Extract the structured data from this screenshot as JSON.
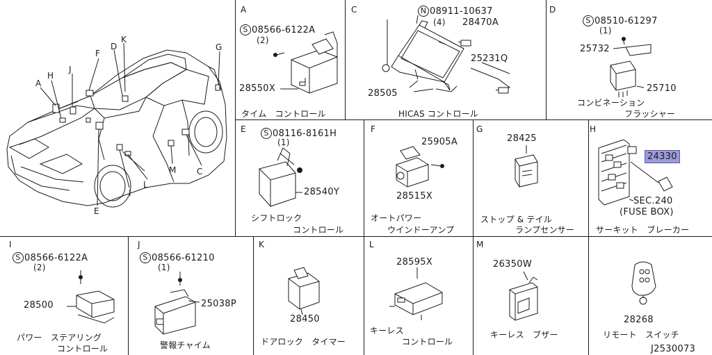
{
  "overview": {
    "labels": [
      "A",
      "H",
      "J",
      "F",
      "D",
      "K",
      "G",
      "C",
      "M",
      "E",
      "I",
      "L"
    ]
  },
  "panels": [
    {
      "id": "A",
      "letter": "A",
      "parts": [
        {
          "prefix": "S",
          "number": "08566-6122A",
          "qty": "(2)"
        },
        {
          "number": "28550X"
        }
      ],
      "caption": [
        "タイム　コントロール"
      ]
    },
    {
      "id": "C",
      "letter": "C",
      "parts": [
        {
          "prefix": "N",
          "number": "08911-10637",
          "qty": "(4)"
        },
        {
          "number": "28470A"
        },
        {
          "number": "25231Q"
        },
        {
          "number": "28505"
        }
      ],
      "caption": [
        "HICAS コントロール"
      ]
    },
    {
      "id": "D",
      "letter": "D",
      "parts": [
        {
          "prefix": "S",
          "number": "08510-61297",
          "qty": "(1)"
        },
        {
          "number": "25732"
        },
        {
          "number": "25710"
        }
      ],
      "caption": [
        "コンビネーション",
        "フラッシャー"
      ]
    },
    {
      "id": "E",
      "letter": "E",
      "parts": [
        {
          "prefix": "S",
          "number": "08116-8161H",
          "qty": "(1)"
        },
        {
          "number": "28540Y"
        }
      ],
      "caption": [
        "シフトロック",
        "コントロール"
      ]
    },
    {
      "id": "F",
      "letter": "F",
      "parts": [
        {
          "number": "25905A"
        },
        {
          "number": "28515X"
        }
      ],
      "caption": [
        "オートパワー",
        "ウインドーアンプ"
      ]
    },
    {
      "id": "G",
      "letter": "G",
      "parts": [
        {
          "number": "28425"
        }
      ],
      "caption": [
        "ストップ & テイル",
        "ランプセンサー"
      ]
    },
    {
      "id": "H",
      "letter": "H",
      "parts": [
        {
          "number": "24330",
          "highlighted": true
        },
        {
          "number": "SEC.240"
        },
        {
          "number": "(FUSE BOX)"
        }
      ],
      "caption": [
        "サーキット　ブレーカー"
      ]
    },
    {
      "id": "I",
      "letter": "I",
      "parts": [
        {
          "prefix": "S",
          "number": "08566-6122A",
          "qty": "(2)"
        },
        {
          "number": "28500"
        }
      ],
      "caption": [
        "パワー　ステアリング",
        "コントロール"
      ]
    },
    {
      "id": "J",
      "letter": "J",
      "parts": [
        {
          "prefix": "S",
          "number": "08566-61210",
          "qty": "(1)"
        },
        {
          "number": "25038P"
        }
      ],
      "caption": [
        "警報チャイム"
      ]
    },
    {
      "id": "K",
      "letter": "K",
      "parts": [
        {
          "number": "28450"
        }
      ],
      "caption": [
        "ドアロック　タイマー"
      ]
    },
    {
      "id": "L",
      "letter": "L",
      "parts": [
        {
          "number": "28595X"
        }
      ],
      "caption": [
        "キーレス",
        "コントロール"
      ]
    },
    {
      "id": "M",
      "letter": "M",
      "parts": [
        {
          "number": "26350W"
        }
      ],
      "caption": [
        "キーレス　ブザー"
      ]
    },
    {
      "id": "N",
      "letter": "",
      "parts": [
        {
          "number": "28268"
        }
      ],
      "caption": [
        "リモート　スイッチ"
      ]
    }
  ],
  "diagram_code": "J2530073",
  "colors": {
    "line": "#1a1a1a",
    "highlight": "#9b9bd9",
    "background": "#ffffff"
  }
}
